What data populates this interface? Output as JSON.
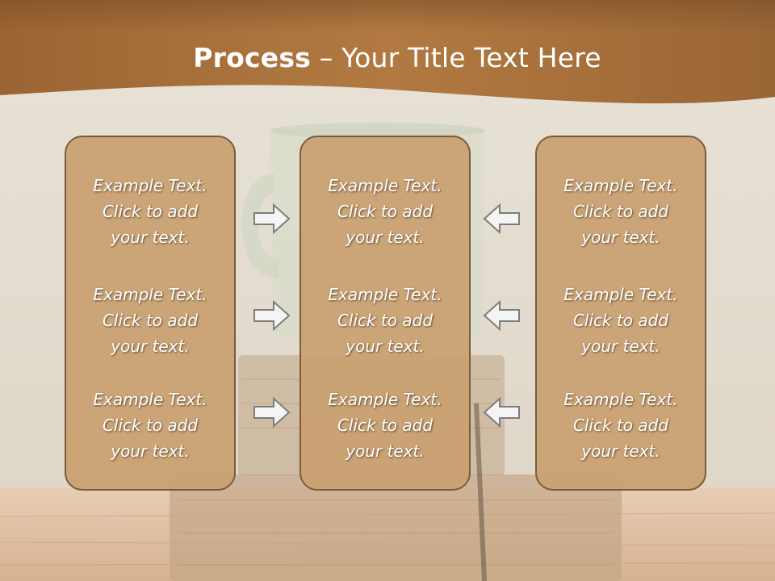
{
  "title": {
    "bold": "Process",
    "rest": " – Your Title Text Here"
  },
  "columns": [
    {
      "items": [
        [
          "Example Text.",
          "Click  to add",
          "your text."
        ],
        [
          "Example Text.",
          "Click  to add",
          "your text."
        ],
        [
          "Example Text.",
          "Click  to add",
          "your text."
        ]
      ]
    },
    {
      "items": [
        [
          "Example Text.",
          "Click  to add",
          "your text."
        ],
        [
          "Example Text.",
          "Click  to add",
          "your text."
        ],
        [
          "Example Text.",
          "Click  to add",
          "your text."
        ]
      ]
    },
    {
      "items": [
        [
          "Example Text.",
          "Click  to add",
          "your text."
        ],
        [
          "Example Text.",
          "Click  to add",
          "your text."
        ],
        [
          "Example Text.",
          "Click  to add",
          "your text."
        ]
      ]
    }
  ],
  "arrows": {
    "left_group": "arrow-right-icon",
    "right_group": "arrow-left-icon"
  },
  "colors": {
    "banner": "#a86f3a",
    "box_fill": "#c9a070",
    "box_border": "#7a5c3d",
    "arrow_stroke": "#7d7d7d"
  }
}
